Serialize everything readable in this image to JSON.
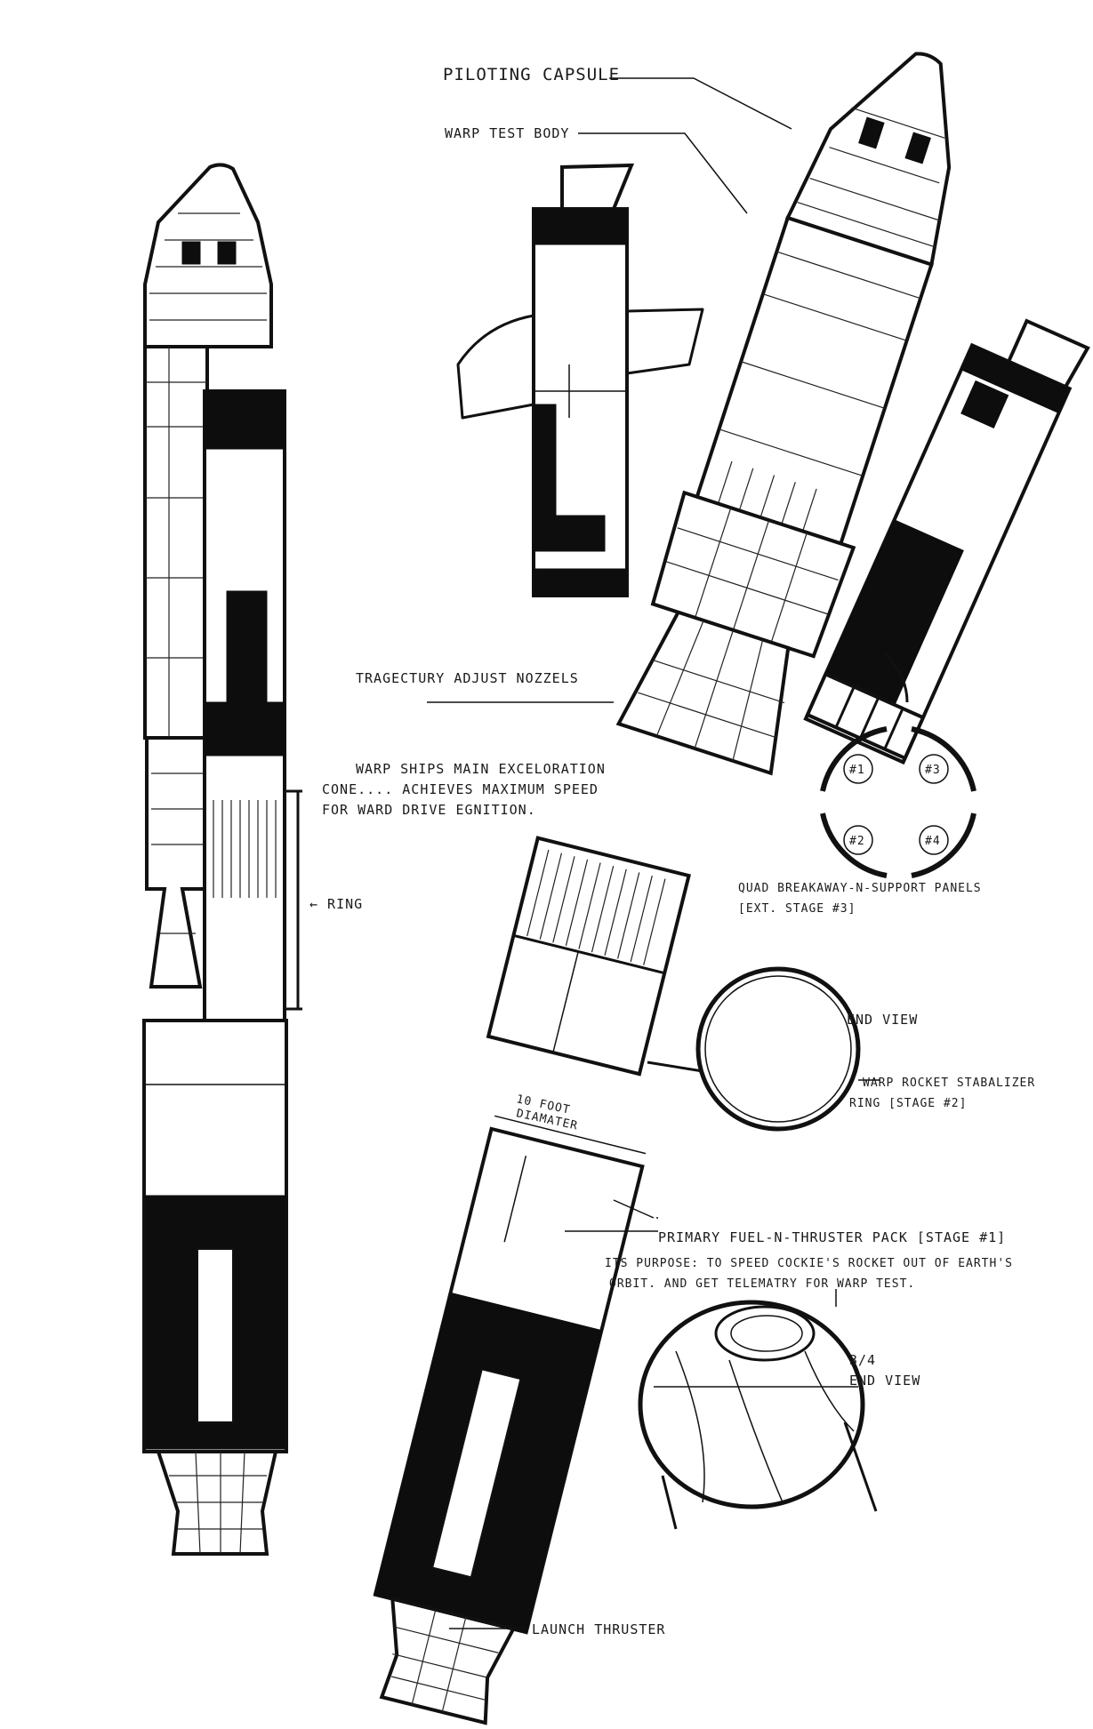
{
  "labels": {
    "piloting_capsule": "PILOTING CAPSULE",
    "warp_test_body": "WARP TEST BODY",
    "trajectory_nozzles": "TRAGECTURY ADJUST NOZZELS",
    "main_cone_line1": "WARP SHIPS MAIN EXCELORATION",
    "main_cone_line2": "CONE.... ACHIEVES MAXIMUM SPEED",
    "main_cone_line3": "FOR WARD DRIVE EGNITION.",
    "ring": "← RING",
    "quad_panels_line1": "QUAD BREAKAWAY-N-SUPPORT PANELS",
    "quad_panels_line2": "[EXT. STAGE #3]",
    "panel_1": "#1",
    "panel_2": "#2",
    "panel_3": "#3",
    "panel_4": "#4",
    "end_view": "END VIEW",
    "stabalizer_line1": "WARP ROCKET STABALIZER",
    "stabalizer_line2": "RING [STAGE #2]",
    "diameter_line1": "10 FOOT",
    "diameter_line2": "DIAMATER",
    "primary_pack": "PRIMARY FUEL-N-THRUSTER PACK [STAGE #1]",
    "purpose_line1": "ITS PURPOSE: TO SPEED COCKIE'S ROCKET OUT OF EARTH'S",
    "purpose_line2": "ORBIT. AND GET TELEMATRY FOR WARP TEST.",
    "three_quarter_line1": "3/4",
    "three_quarter_line2": "END VIEW",
    "launch_thruster": "LAUNCH THRUSTER"
  },
  "colors": {
    "ink": "#111111",
    "paper": "#ffffff",
    "fill": "#0d0d0d"
  }
}
